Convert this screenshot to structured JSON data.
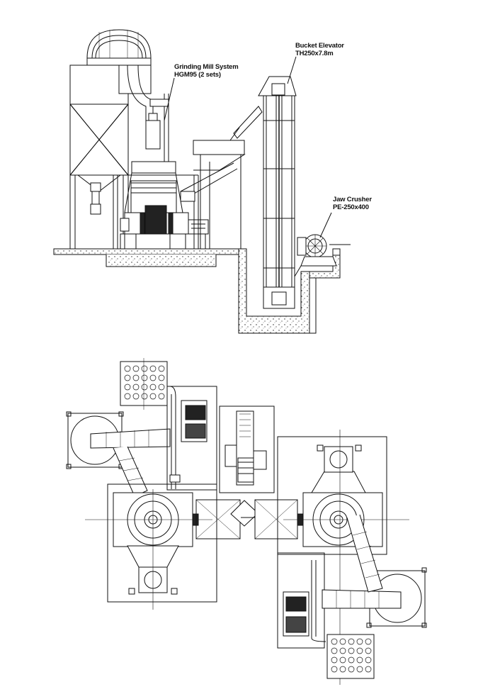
{
  "labels": {
    "grinding_mill": {
      "line1": "Grinding Mill System",
      "line2": "HGM95 (2 sets)"
    },
    "bucket_elevator": {
      "line1": "Bucket Elevator",
      "line2": "TH250x7.8m"
    },
    "jaw_crusher": {
      "line1": "Jaw Crusher",
      "line2": "PE-250x400"
    }
  },
  "colors": {
    "line": "#111111",
    "background": "#ffffff",
    "fill": "#e8e8e8"
  }
}
